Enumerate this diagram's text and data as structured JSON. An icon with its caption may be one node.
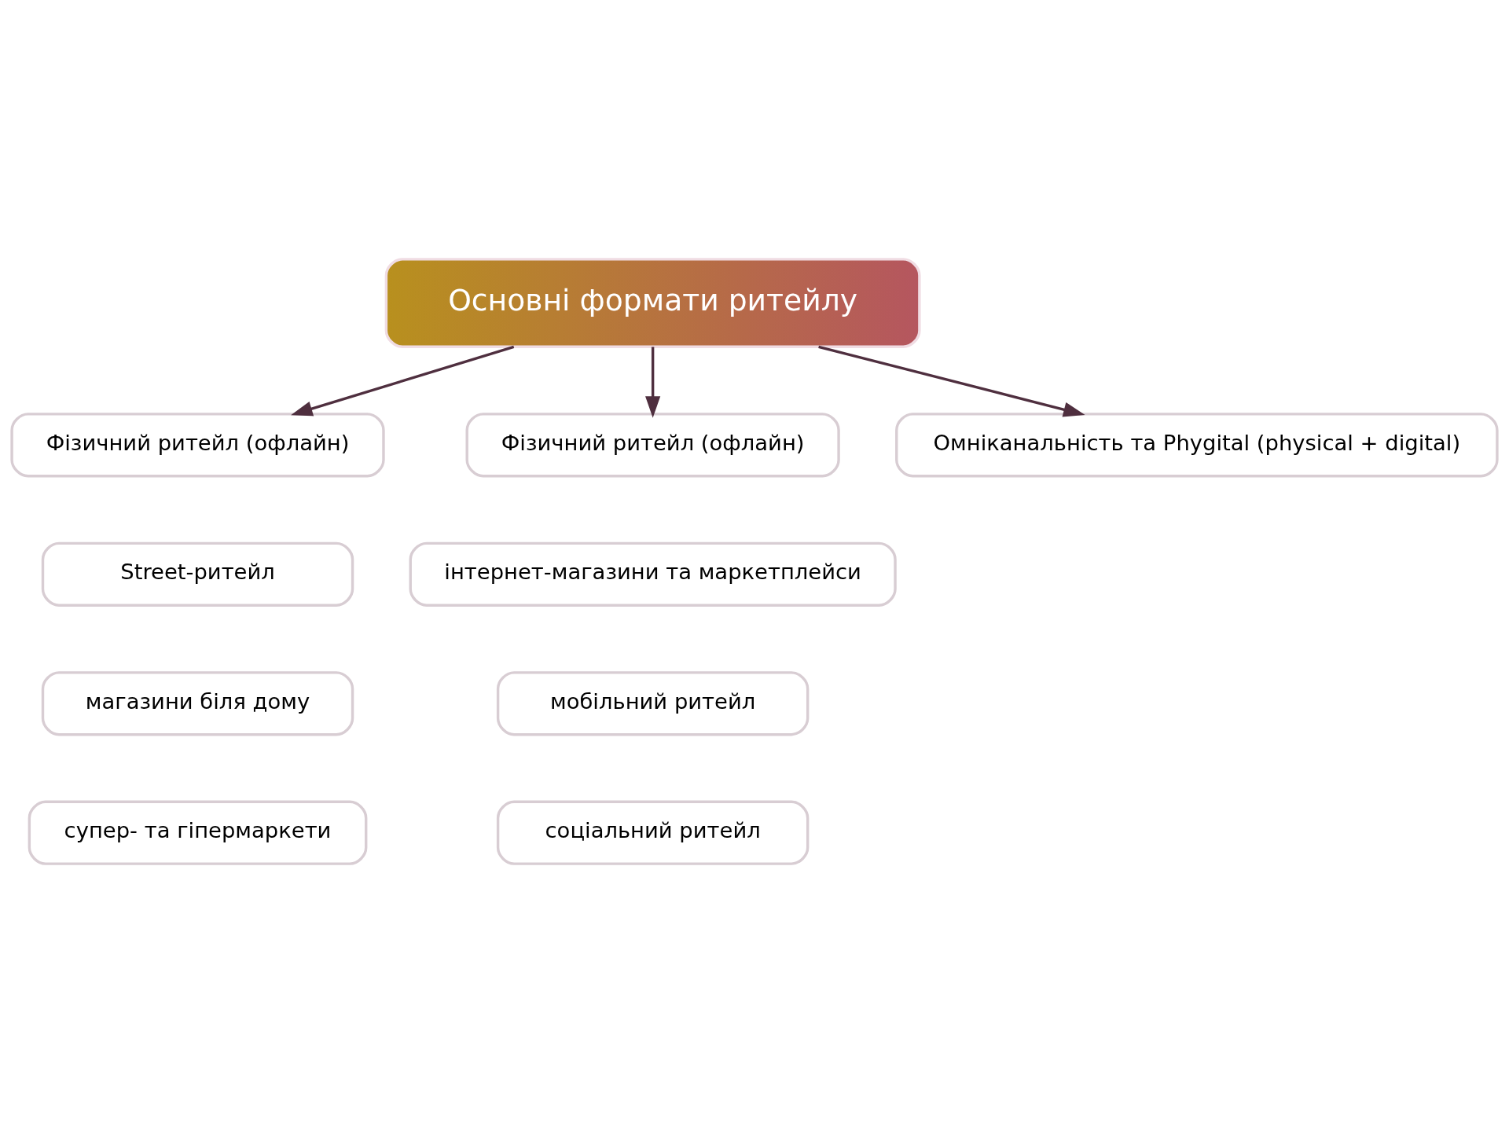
{
  "diagram": {
    "nodes": [
      {
        "text": [
          "Основні формати ритейлу"
        ]
      },
      {
        "text": [
          "Фізичний ритейл (офлайн)"
        ]
      },
      {
        "text": [
          "Фізичний ритейл (офлайн)"
        ]
      },
      {
        "text": [
          "Омніканальність та Phygital (physical + digital)"
        ]
      },
      {
        "text": [
          "Street-ритейл"
        ]
      },
      {
        "text": [
          "магазини біля дому"
        ]
      },
      {
        "text": [
          "супер- та гіпермаркети"
        ]
      },
      {
        "text": [
          "інтернет-магазини та маркетплейси"
        ]
      },
      {
        "text": [
          "мобільний ритейл"
        ]
      },
      {
        "text": [
          "соціальний ритейл"
        ]
      }
    ],
    "edges": [
      {
        "from": 0,
        "to": 1,
        "arrow": "to"
      },
      {
        "from": 0,
        "to": 2,
        "arrow": "to"
      },
      {
        "from": 0,
        "to": 3,
        "arrow": "to"
      }
    ]
  }
}
